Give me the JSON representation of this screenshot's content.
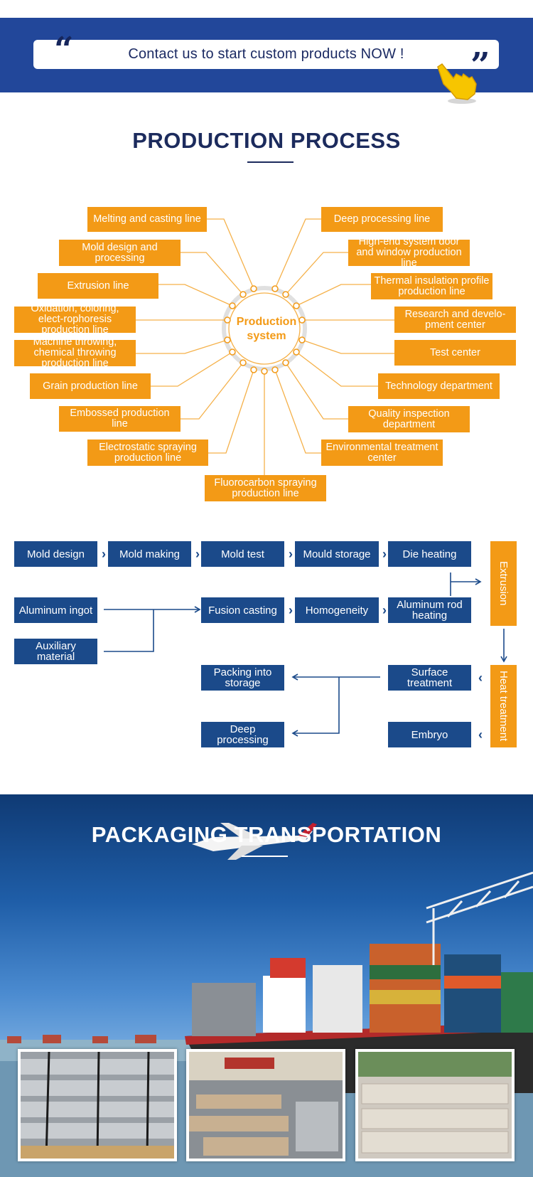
{
  "banner": {
    "text": "Contact us to start custom products NOW !",
    "quote_open": "“",
    "quote_close": "”"
  },
  "production": {
    "title": "PRODUCTION PROCESS",
    "hub_label": "Production system",
    "left_items": [
      "Melting and casting line",
      "Mold design and processing",
      "Extrusion line",
      "Oxidation, coloring, elect-rophoresis production line",
      "Machine throwing, chemical throwing production line",
      "Grain production line",
      "Embossed production line",
      "Electrostatic spraying production line"
    ],
    "bottom_item": "Fluorocarbon spraying production line",
    "right_items": [
      "Deep processing line",
      "High-end system door and window production line",
      "Thermal insulation profile production line",
      "Research and develo-pment center",
      "Test center",
      "Technology department",
      "Quality inspection department",
      "Environmental treatment center"
    ]
  },
  "flow": {
    "row1": [
      "Mold design",
      "Mold making",
      "Mold test",
      "Mould storage",
      "Die heating"
    ],
    "aluminum_ingot": "Aluminum ingot",
    "auxiliary_material": "Auxiliary material",
    "fusion_casting": "Fusion casting",
    "homogeneity": "Homogeneity",
    "rod_heating": "Aluminum rod heating",
    "extrusion": "Extrusion",
    "heat_treatment": "Heat treatment",
    "surface_treatment": "Surface treatment",
    "embryo": "Embryo",
    "packing": "Packing into storage",
    "deep_processing": "Deep processing",
    "chevron": "›",
    "back_chevron": "‹"
  },
  "transport": {
    "title": "PACKAGING TRANSPORTATION"
  },
  "colors": {
    "navy": "#22479a",
    "orange": "#f39a16",
    "flow_blue": "#1b4a8a",
    "title": "#1c2b5d"
  }
}
